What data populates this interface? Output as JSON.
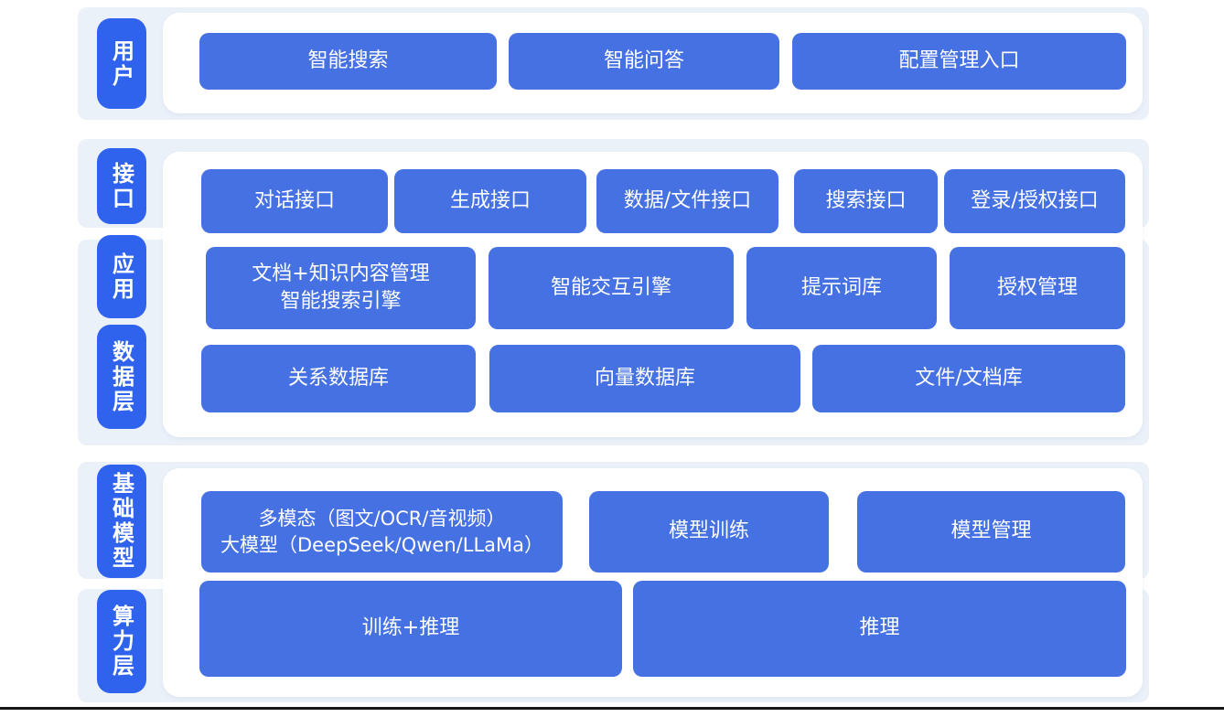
{
  "diagram_title": "AI platform layered architecture (as depicted, no title text visible)",
  "colors": {
    "box_blue": "#4571e3",
    "pill_blue": "#2f63ee",
    "band_background": "#ebf1f8",
    "panel_background": "#ffffff",
    "box_text": "#ffffff",
    "bottom_rule": "#161616"
  },
  "sections": {
    "user": {
      "label": "用户",
      "boxes": [
        "智能搜索",
        "智能问答",
        "配置管理入口"
      ]
    },
    "platform": {
      "labels": [
        "接口",
        "应用",
        "数据层"
      ],
      "interface_row": [
        "对话接口",
        "生成接口",
        "数据/文件接口",
        "搜索接口",
        "登录/授权接口"
      ],
      "application_row": [
        "文档+知识内容管理\n智能搜索引擎",
        "智能交互引擎",
        "提示词库",
        "授权管理"
      ],
      "data_row": [
        "关系数据库",
        "向量数据库",
        "文件/文档库"
      ]
    },
    "foundation": {
      "labels": [
        "基础模型",
        "算力层"
      ],
      "model_row": [
        "多模态（图文/OCR/音视频）\n大模型（DeepSeek/Qwen/LLaMa）",
        "模型训练",
        "模型管理"
      ],
      "compute_row": [
        "训练+推理",
        "推理"
      ]
    }
  }
}
